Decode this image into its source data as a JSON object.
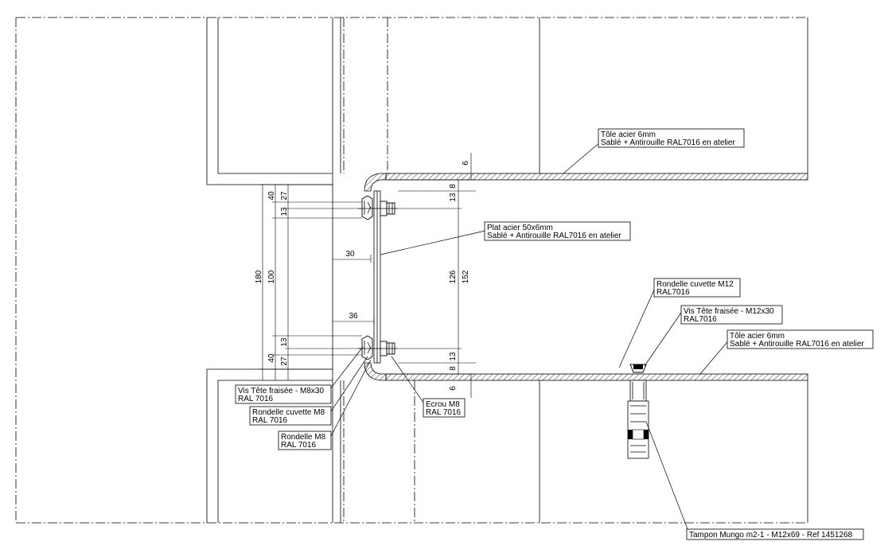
{
  "annotations": {
    "tole_top": {
      "line1": "Tôle acier 6mm",
      "line2": "Sablé + Antirouille RAL7016 en atelier"
    },
    "plat_acier": {
      "line1": "Plat acier 50x6mm",
      "line2": "Sablé + Antirouille RAL7016 en atelier"
    },
    "rondelle_m12": {
      "line1": "Rondelle cuvette M12",
      "line2": "RAL7016"
    },
    "vis_m12": {
      "line1": "Vis Tête fraisée - M12x30",
      "line2": "RAL7016"
    },
    "tole_bottom": {
      "line1": "Tôle acier 6mm",
      "line2": "Sablé + Antirouille RAL7016 en atelier"
    },
    "vis_m8": {
      "line1": "Vis Tête fraisée - M8x30",
      "line2": "RAL 7016"
    },
    "rondelle_cuvette_m8": {
      "line1": "Rondelle cuvette M8",
      "line2": "RAL 7016"
    },
    "rondelle_m8": {
      "line1": "Rondelle M8",
      "line2": "RAL 7016"
    },
    "ecrou_m8": {
      "line1": "Ecrou M8",
      "line2": "RAL 7016"
    },
    "tampon": {
      "line1": "Tampon Mungo m2-1 - M12x69 - Ref 1451268"
    }
  },
  "dimensions": {
    "d6_top": "6",
    "d13_8a": "13",
    "d8_top": "8",
    "d40_top": "40",
    "d13_27a": "13",
    "d27_top": "27",
    "d180": "180",
    "d100": "100",
    "d30": "30",
    "d36": "36",
    "d126": "126",
    "d152": "152",
    "d40_bot": "40",
    "d27_bot": "27",
    "d13_bot": "13",
    "d13_right": "13",
    "d8_right": "8",
    "d6_bot": "6"
  }
}
